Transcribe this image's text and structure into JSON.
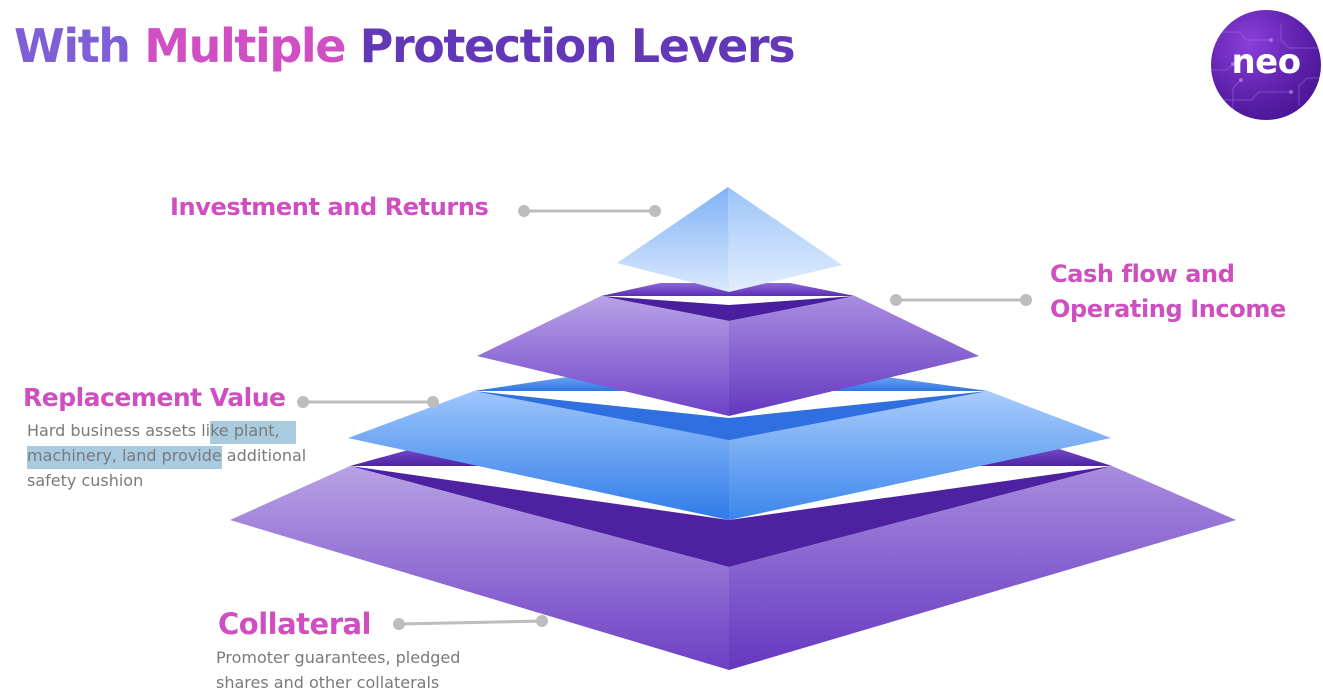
{
  "title": {
    "part1": "With ",
    "part2": "Multiple",
    "part3": " Protection Levers"
  },
  "logo": {
    "text": "neo",
    "icon": "neo-circuit-logo"
  },
  "levels": [
    {
      "label": "Investment and Returns"
    },
    {
      "label_line1": "Cash flow and",
      "label_line2": "Operating Income"
    },
    {
      "label": "Replacement Value",
      "description": "Hard business assets like plant, machinery, land provide additional safety cushion"
    },
    {
      "label": "Collateral",
      "description": "Promoter guarantees, pledged shares and other collaterals"
    }
  ],
  "colors": {
    "title_purple_light": "#7f5fd6",
    "title_pink": "#d04fc4",
    "title_purple_dark": "#6238b6",
    "label_pink": "#cf4ec0",
    "connector_gray": "#bdbdbd",
    "layer_purple": "#7b50d0",
    "layer_blue": "#4f8ff0",
    "text_selection": "#a9cbe0"
  }
}
